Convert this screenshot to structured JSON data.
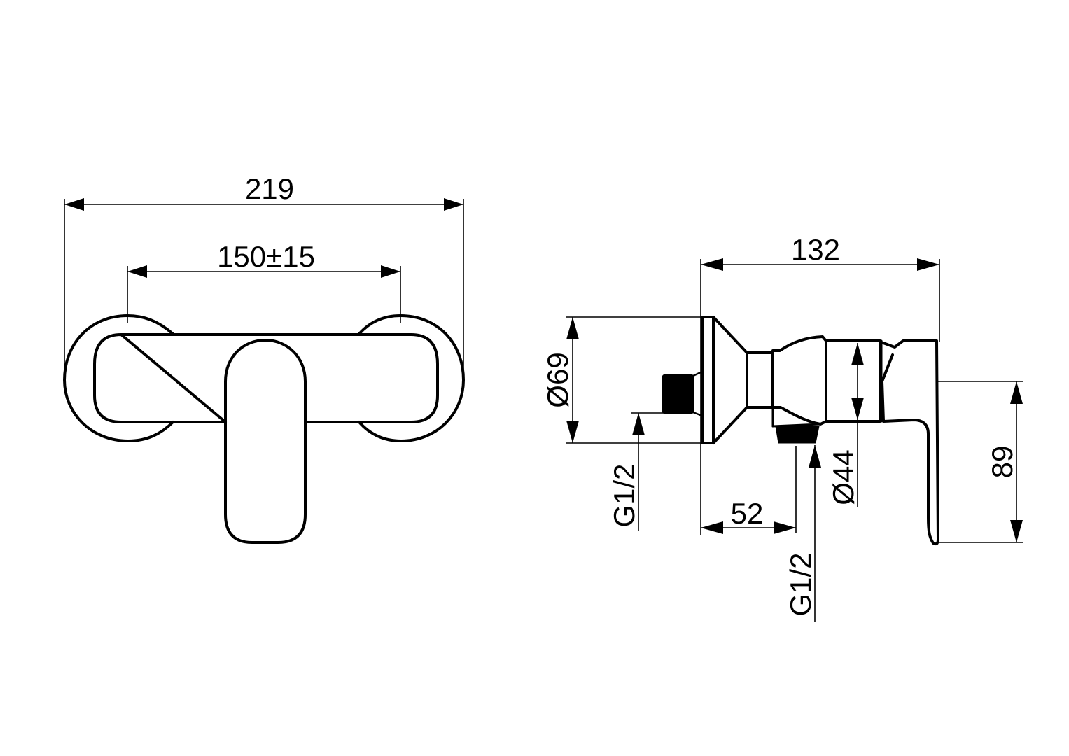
{
  "drawing": {
    "background": "#ffffff",
    "line_color": "#000000",
    "front_view": {
      "overall_width": "219",
      "center_distance": "150±15"
    },
    "side_view": {
      "depth": "132",
      "flange_diameter": "Ø69",
      "body_diameter": "Ø44",
      "handle_height": "89",
      "outlet_offset": "52",
      "inlet_thread": "G1/2",
      "outlet_thread": "G1/2"
    }
  }
}
